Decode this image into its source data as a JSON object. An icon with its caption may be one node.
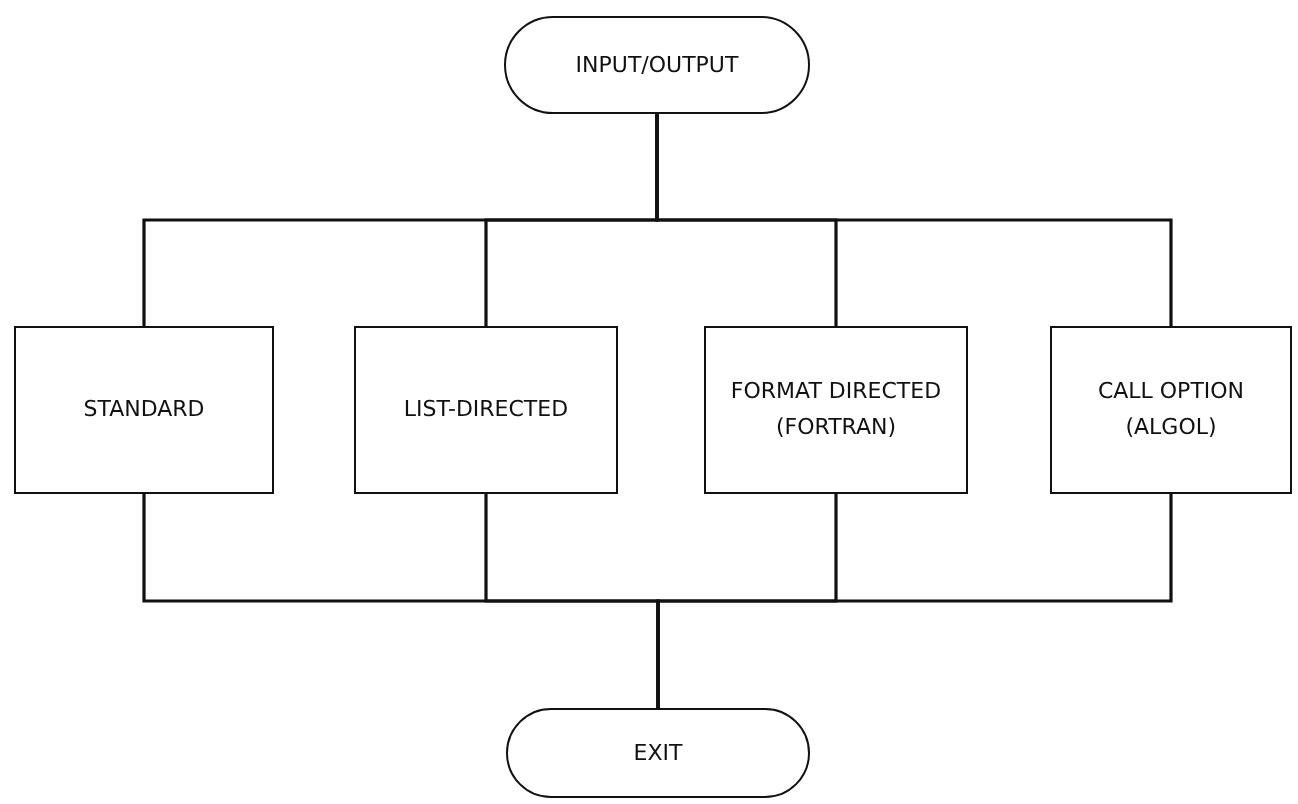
{
  "diagram": {
    "nodes": [
      {
        "text": [
          "INPUT/OUTPUT"
        ]
      },
      {
        "text": [
          "STANDARD"
        ]
      },
      {
        "text": [
          "LIST-DIRECTED"
        ]
      },
      {
        "text": [
          "FORMAT DIRECTED (FORTRAN)"
        ]
      },
      {
        "text": [
          "CALL OPTION (ALGOL)"
        ]
      },
      {
        "text": [
          "EXIT"
        ]
      }
    ],
    "edges": [
      {
        "from": 0,
        "to": 1,
        "arrow": "none"
      },
      {
        "from": 0,
        "to": 2,
        "arrow": "none"
      },
      {
        "from": 0,
        "to": 3,
        "arrow": "none"
      },
      {
        "from": 0,
        "to": 4,
        "arrow": "none"
      },
      {
        "from": 1,
        "to": 5,
        "arrow": "none"
      },
      {
        "from": 2,
        "to": 5,
        "arrow": "none"
      },
      {
        "from": 3,
        "to": 5,
        "arrow": "none"
      },
      {
        "from": 4,
        "to": 5,
        "arrow": "none"
      }
    ]
  }
}
